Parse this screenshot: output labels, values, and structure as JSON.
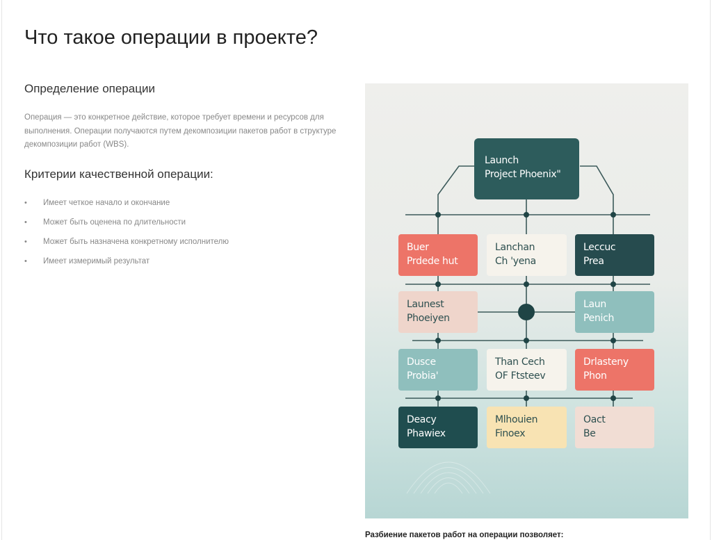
{
  "slide": {
    "title": "Что такое операции в проекте?",
    "definition_heading": "Определение операции",
    "definition_text": "Операция — это конкретное действие, которое требует времени и ресурсов для выполнения. Операции получаются путем декомпозиции пакетов работ в структуре декомпозиции работ (WBS).",
    "criteria_heading": "Критерии качественной операции:",
    "criteria": [
      "Имеет четкое начало и окончание",
      "Может быть оценена по длительности",
      "Может быть назначена конкретному исполнителю",
      "Имеет измеримый результат"
    ],
    "bullet_char": "•",
    "caption": "Разбиение пакетов работ на операции позволяет:"
  },
  "diagram": {
    "root": {
      "line1": "Launch",
      "line2": "Project Phoenix\"",
      "color": "#2d5c5c",
      "text_color": "#ffffff"
    },
    "rows": [
      [
        {
          "line1": "Buer",
          "line2": "Prdede hut",
          "color": "#ed7468",
          "text_color": "#ffffff"
        },
        {
          "line1": "Lanchan",
          "line2": "Ch 'yena",
          "color": "#f6f3ec",
          "text_color": "#2d4f4f"
        },
        {
          "line1": "Leccuc",
          "line2": "Prea",
          "color": "#264b4e",
          "text_color": "#ffffff"
        }
      ],
      [
        {
          "line1": "Launest",
          "line2": "Phoeiyen",
          "color": "#efd5cb",
          "text_color": "#2d4f4f"
        },
        {
          "line1": "Laun",
          "line2": "Penich",
          "color": "#8fbfbd",
          "text_color": "#ffffff"
        }
      ],
      [
        {
          "line1": "Dusce",
          "line2": "Probia'",
          "color": "#8fbfbd",
          "text_color": "#ffffff"
        },
        {
          "line1": "Than Cech",
          "line2": "OF Ftsteev",
          "color": "#f6f3ec",
          "text_color": "#2d4f4f"
        },
        {
          "line1": "Drlasteny",
          "line2": "Phon",
          "color": "#ed7468",
          "text_color": "#ffffff"
        }
      ],
      [
        {
          "line1": "Deacy",
          "line2": "Phawiex",
          "color": "#1f4d4f",
          "text_color": "#ffffff"
        },
        {
          "line1": "Mlhouien",
          "line2": "Finoex",
          "color": "#f8e3b3",
          "text_color": "#2d4f4f"
        },
        {
          "line1": "Oact",
          "line2": "Be",
          "color": "#f1ddd4",
          "text_color": "#2d4f4f"
        }
      ]
    ],
    "line_color": "#3c5a5a",
    "center_node_color": "#1f4445"
  }
}
